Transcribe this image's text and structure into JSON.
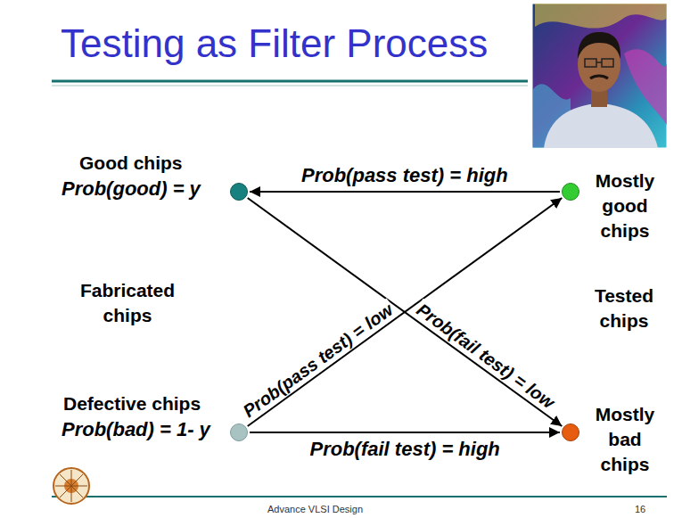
{
  "diagram": {
    "title": "Testing as Filter Process",
    "nodes": [
      {
        "text": [
          "Good chips",
          "Prob(good) = y"
        ]
      },
      {
        "text": [
          "Mostly good chips"
        ]
      },
      {
        "text": [
          "Defective chips",
          "Prob(bad) = 1- y"
        ]
      },
      {
        "text": [
          "Mostly bad chips"
        ]
      }
    ],
    "edges": [
      {
        "from": 1,
        "to": 0,
        "label": "Prob(pass test) = high",
        "arrow": "to"
      },
      {
        "from": 0,
        "to": 3,
        "label": "Prob(fail test) = low",
        "arrow": "to"
      },
      {
        "from": 2,
        "to": 1,
        "label": "Prob(pass test) = low",
        "arrow": "to"
      },
      {
        "from": 2,
        "to": 3,
        "label": "Prob(fail test) = high",
        "arrow": "to"
      }
    ],
    "labels": [
      "Fabricated chips",
      "Tested chips",
      "Advance VLSI Design",
      "16"
    ]
  }
}
